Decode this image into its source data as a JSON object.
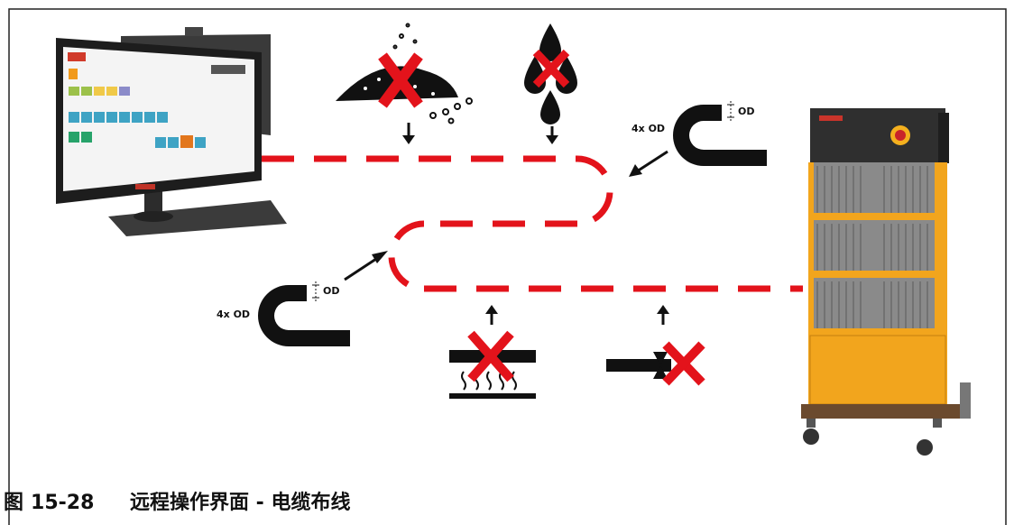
{
  "figure": {
    "label": "图",
    "number": "15-28",
    "title": "远程操作界面 - 电缆布线"
  },
  "callouts": {
    "bend_radius_upper": "4x OD",
    "od_upper": "OD",
    "bend_radius_lower": "4x OD",
    "od_lower": "OD"
  },
  "colors": {
    "cable": "#e3131b",
    "cross": "#e3131b",
    "cabinet": "#f2a51d",
    "black": "#111111"
  },
  "icons": {
    "monitor": "operator-monitor-icon",
    "dirt": "dirt-debris-icon",
    "liquid": "liquid-drops-icon",
    "heat": "heat-source-icon",
    "valve": "valve-icon",
    "controller": "hot-runner-controller-cabinet"
  }
}
